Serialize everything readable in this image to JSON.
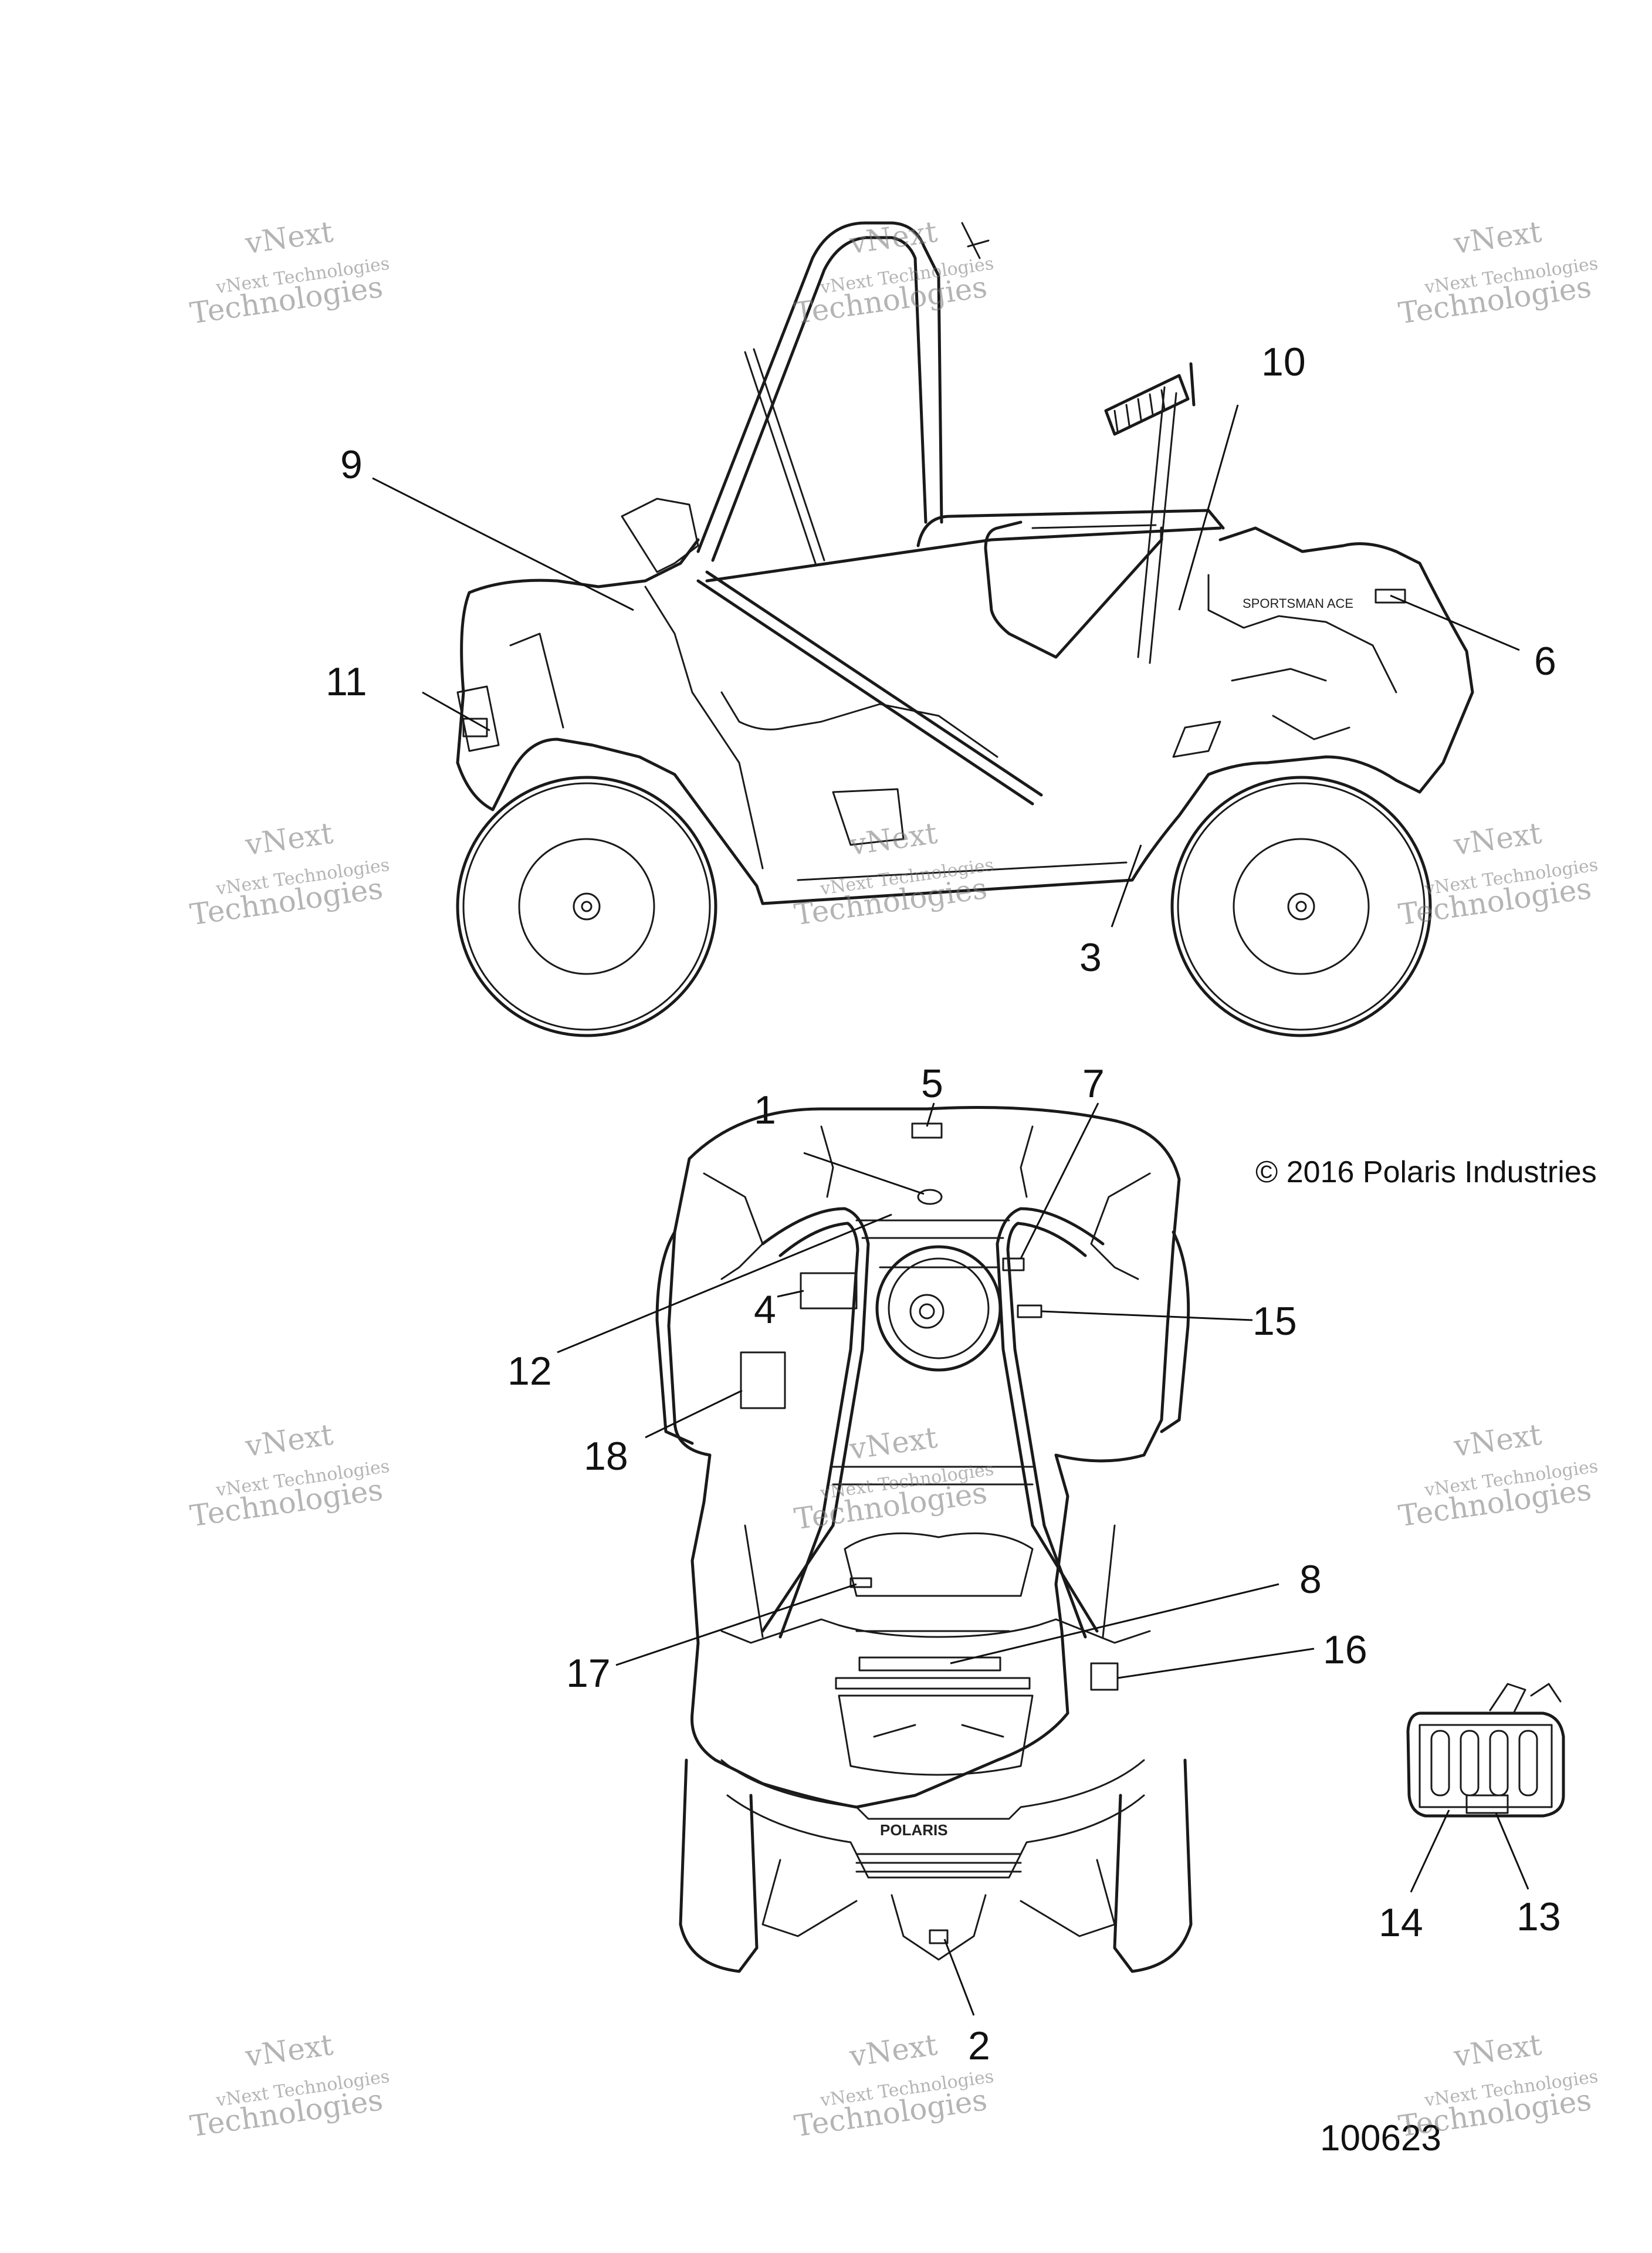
{
  "callouts": [
    "1",
    "2",
    "3",
    "4",
    "5",
    "6",
    "7",
    "8",
    "9",
    "10",
    "11",
    "12",
    "13",
    "14",
    "15",
    "16",
    "17",
    "18"
  ],
  "copyright": "© 2016 Polaris Industries",
  "figure_number": "100623",
  "vehicle_side_text": "SPORTSMAN ACE",
  "vehicle_front_text": "POLARIS",
  "watermark": {
    "line1": "vNext Technologies",
    "line2": "Technologies",
    "line0": "vNext"
  }
}
